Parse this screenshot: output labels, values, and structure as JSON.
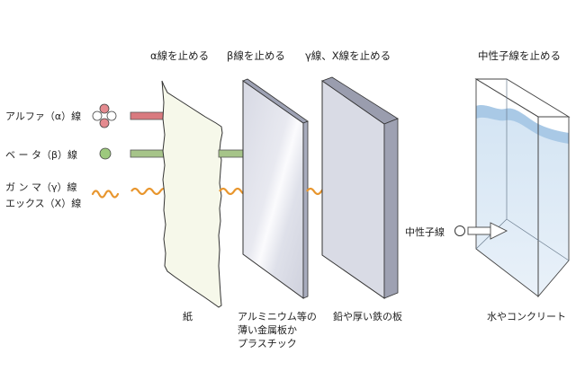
{
  "headers": {
    "alpha": "α線を止める",
    "beta": "β線を止める",
    "gamma_x": "γ線、X線を止める",
    "neutron": "中性子線を止める"
  },
  "rays": {
    "alpha": "アルファ（α）線",
    "beta": "ベ ー タ（β）線",
    "gamma": "ガ ン マ（γ）線",
    "xray": "エックス（X）線",
    "neutron": "中性子線"
  },
  "materials": {
    "paper": "紙",
    "aluminum_1": "アルミニウム等の",
    "aluminum_2": "薄い金属板か",
    "aluminum_3": "プラスチック",
    "lead": "鉛や厚い鉄の板",
    "water": "水やコンクリート"
  },
  "colors": {
    "alpha_arrow": "#d97a7f",
    "beta_arrow": "#a6c489",
    "gamma_arrow": "#eeb44a",
    "beta_particle": "#9dc97d",
    "gamma_wave": "#e8962e",
    "metal_plate": "#d9dbe5",
    "water_tank": "#dfeaf5"
  }
}
